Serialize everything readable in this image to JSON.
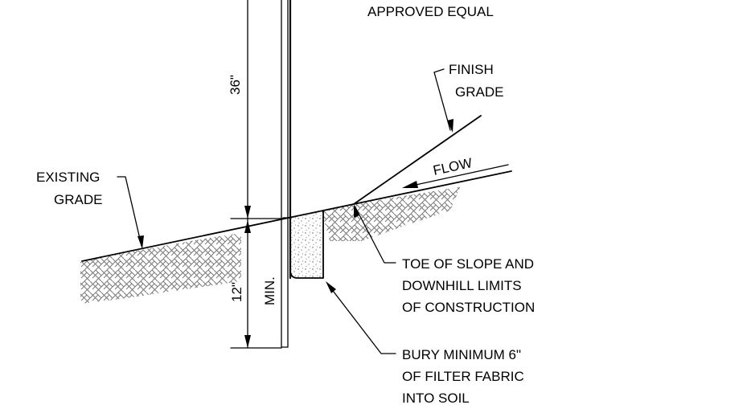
{
  "labels": {
    "approved_equal": "APPROVED EQUAL",
    "finish_grade_1": "FINISH",
    "finish_grade_2": "GRADE",
    "existing_grade_1": "EXISTING",
    "existing_grade_2": "GRADE",
    "flow": "FLOW",
    "dim_36": "36\"",
    "dim_12": "12\"",
    "dim_min": "MIN.",
    "toe_1": "TOE OF SLOPE AND",
    "toe_2": "DOWNHILL LIMITS",
    "toe_3": "OF CONSTRUCTION",
    "bury_1": "BURY MINIMUM 6\"",
    "bury_2": "OF FILTER FABRIC",
    "bury_3": "INTO SOIL"
  }
}
